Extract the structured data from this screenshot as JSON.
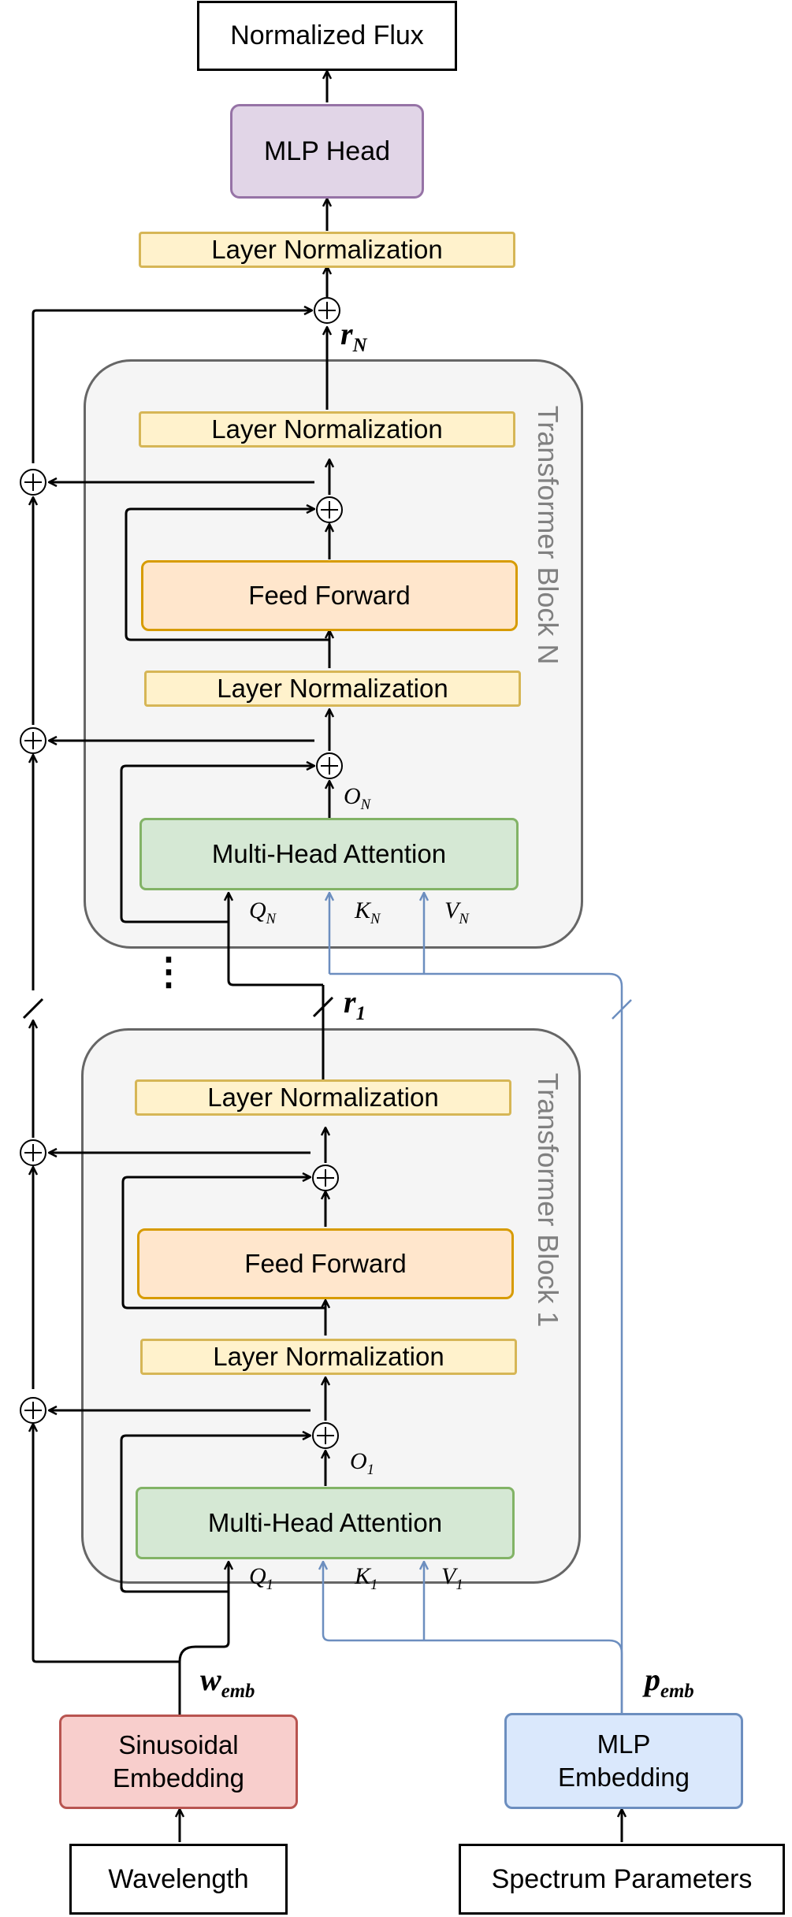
{
  "output_box": "Normalized Flux",
  "mlp_head": "MLP Head",
  "final_layer_norm": "Layer Normalization",
  "blocks": [
    {
      "title": "Transformer Block N",
      "layer_norm_out": "Layer Normalization",
      "feed_forward": "Feed Forward",
      "layer_norm_mid": "Layer Normalization",
      "attention": "Multi-Head Attention",
      "out_symbol": "O",
      "out_sub": "N",
      "q_symbol": "Q",
      "q_sub": "N",
      "k_symbol": "K",
      "k_sub": "N",
      "v_symbol": "V",
      "v_sub": "N",
      "residual_symbol": "r",
      "residual_sub": "N"
    },
    {
      "title": "Transformer Block 1",
      "layer_norm_out": "Layer Normalization",
      "feed_forward": "Feed Forward",
      "layer_norm_mid": "Layer Normalization",
      "attention": "Multi-Head Attention",
      "out_symbol": "O",
      "out_sub": "1",
      "q_symbol": "Q",
      "q_sub": "1",
      "k_symbol": "K",
      "k_sub": "1",
      "v_symbol": "V",
      "v_sub": "1",
      "residual_symbol": "r",
      "residual_sub": "1"
    }
  ],
  "ellipsis": "⋮",
  "wavelength_embedding": {
    "line1": "Sinusoidal",
    "line2": "Embedding",
    "symbol": "w",
    "sub": "emb"
  },
  "param_embedding": {
    "line1": "MLP",
    "line2": "Embedding",
    "symbol": "p",
    "sub": "emb"
  },
  "inputs": {
    "wavelength": "Wavelength",
    "parameters": "Spectrum Parameters"
  },
  "colors": {
    "black_line": "#000000",
    "blue_line": "#6c8ebf",
    "layer_norm": "#fff2cc",
    "feed_forward": "#ffe6cc",
    "attention": "#d5e8d4",
    "mlp_head": "#e1d5e7",
    "sinusoidal": "#f8cecc",
    "mlp_embedding": "#dae8fc",
    "block_background": "#f5f5f5"
  }
}
